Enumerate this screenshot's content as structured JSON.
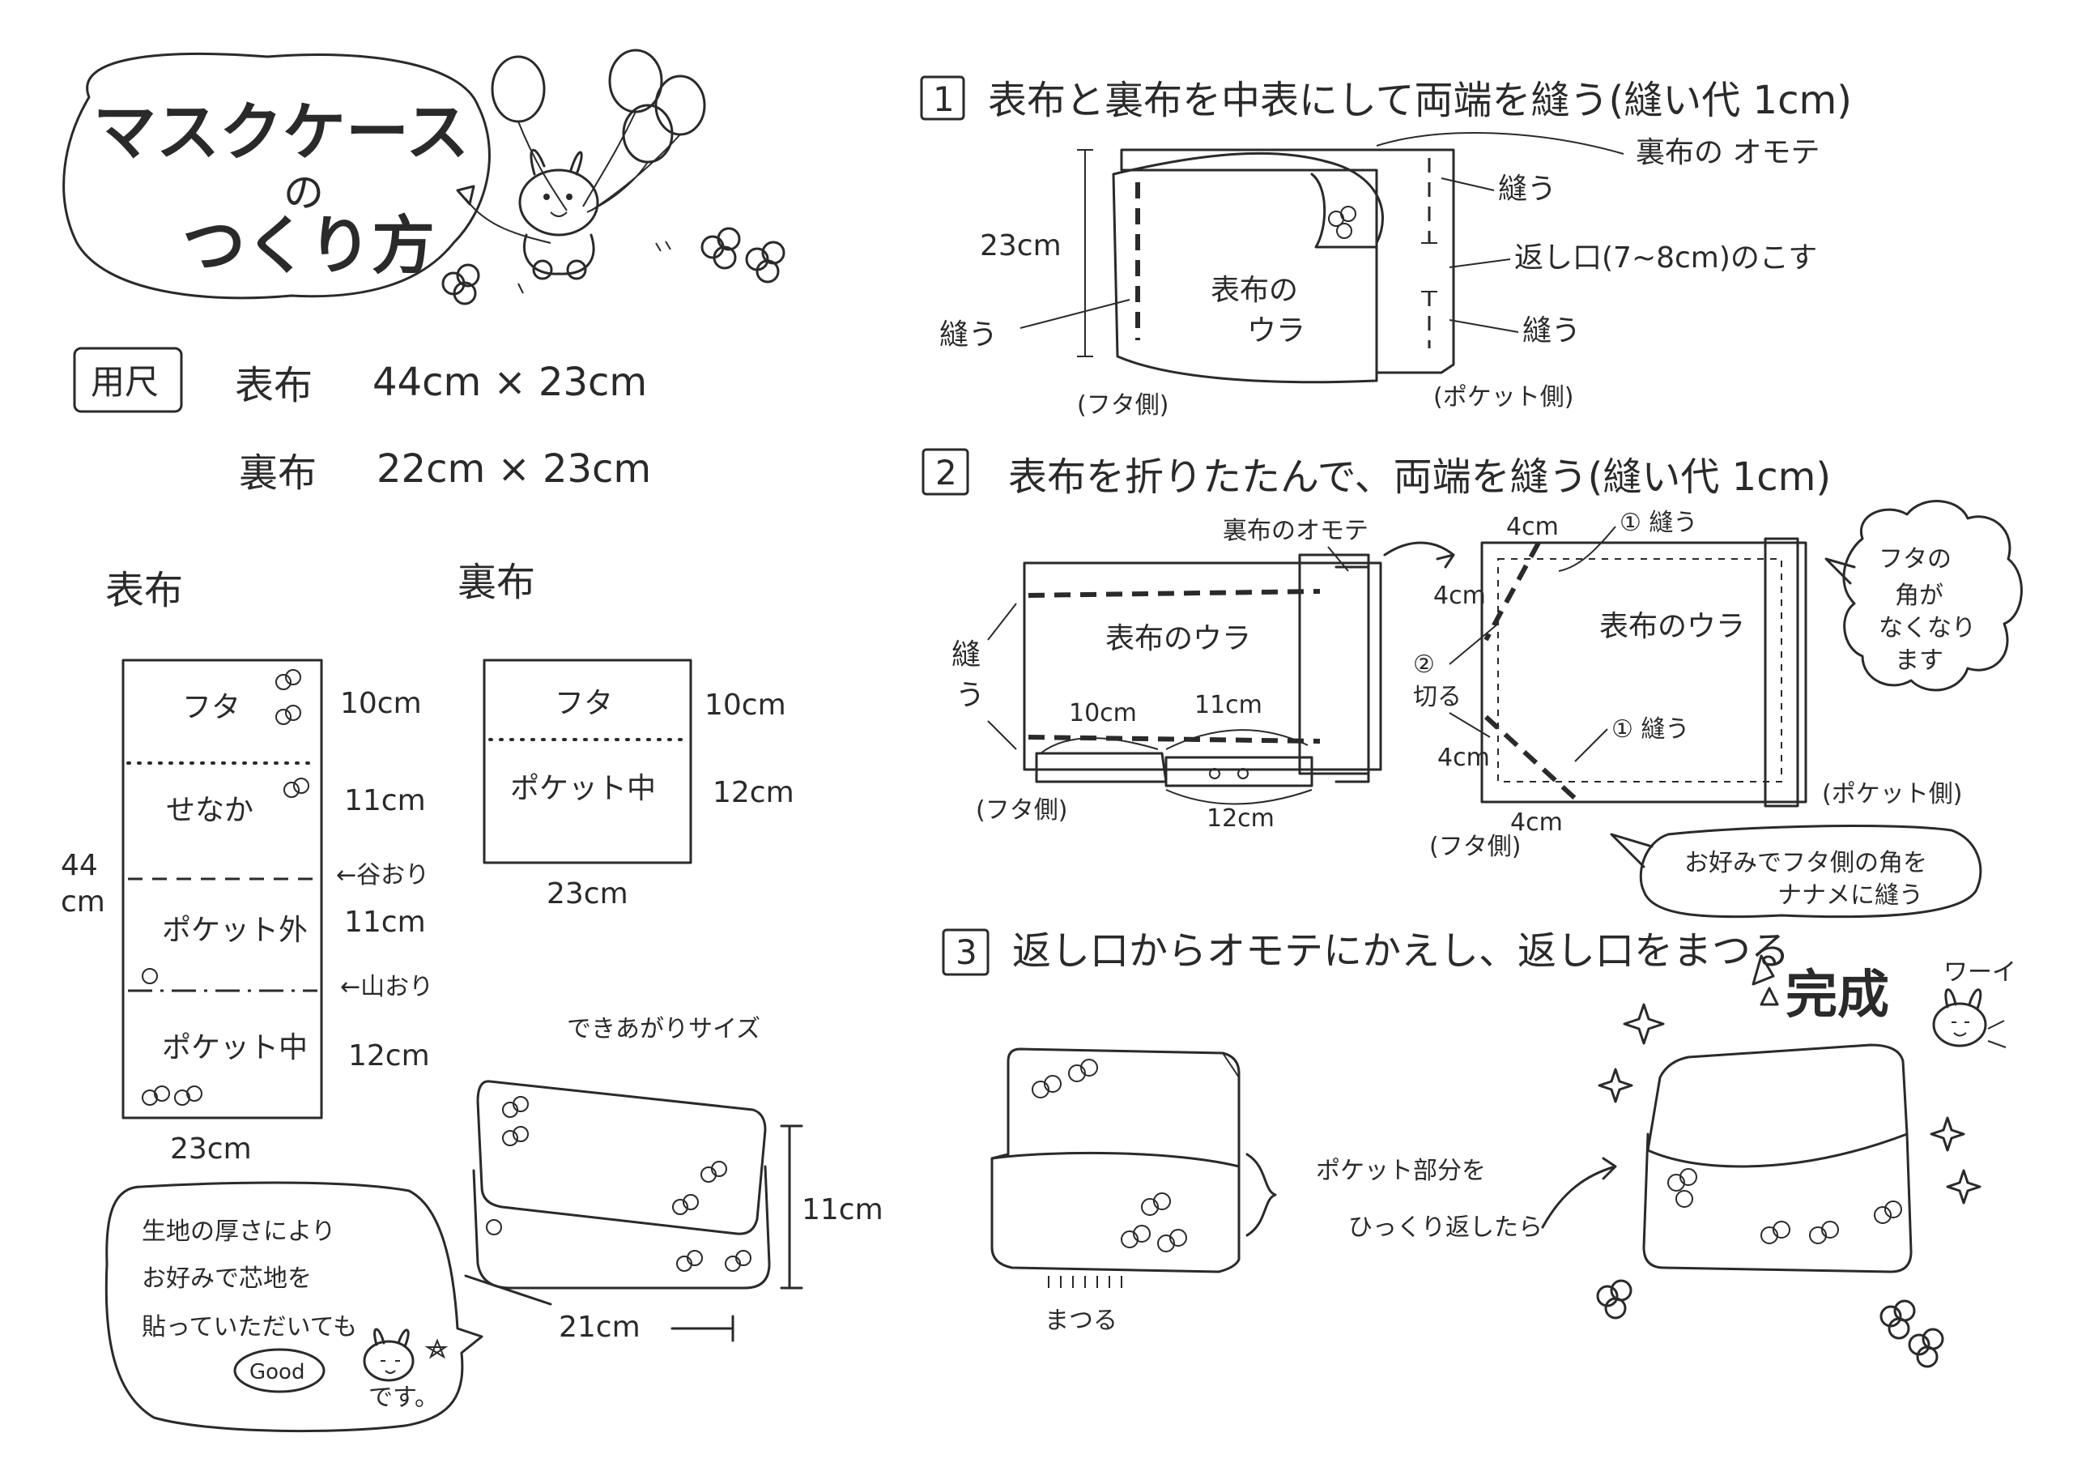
{
  "title": {
    "main": "マスクケース",
    "no": "の",
    "how": "つくり方"
  },
  "materials": {
    "heading": "用尺",
    "omote_label": "表布",
    "omote_size": "44cm × 23cm",
    "ura_label": "裏布",
    "ura_size": "22cm × 23cm"
  },
  "omote_diagram": {
    "label": "表布",
    "sections": [
      "フタ",
      "せなか",
      "ポケット外",
      "ポケット中"
    ],
    "heights": [
      "10cm",
      "11cm",
      "11cm",
      "12cm"
    ],
    "total_height": "44",
    "total_unit": "cm",
    "width": "23cm",
    "fold_valley": "←谷おり",
    "fold_mountain": "←山おり"
  },
  "ura_diagram": {
    "label": "裏布",
    "sections": [
      "フタ",
      "ポケット中"
    ],
    "heights": [
      "10cm",
      "12cm"
    ],
    "width": "23cm"
  },
  "finished": {
    "label": "できあがりサイズ",
    "height": "11cm",
    "width": "21cm"
  },
  "note": {
    "lines": [
      "生地の厚さにより",
      "お好みで芯地を",
      "貼っていただいても",
      "です。"
    ],
    "good": "Good"
  },
  "step1": {
    "number": "1",
    "text": "表布と裏布を中表にして両端を縫う(縫い代 1cm)",
    "label_omote_face": "裏布の オモテ",
    "label_sew_right": "縫う",
    "label_opening": "返し口(7~8cm)のこす",
    "label_sew_right2": "縫う",
    "label_height": "23cm",
    "label_sew_left": "縫う",
    "label_center": [
      "表布の",
      "ウラ"
    ],
    "label_futa_side": "(フタ側)",
    "label_pocket_side": "(ポケット側)"
  },
  "step2": {
    "number": "2",
    "text": "表布を折りたたんで、両端を縫う(縫い代 1cm)",
    "label_ura_face": "裏布のオモテ",
    "label_sew": [
      "縫",
      "う"
    ],
    "label_center": "表布のウラ",
    "label_10": "10cm",
    "label_11": "11cm",
    "label_12": "12cm",
    "label_futa_side": "(フタ側)",
    "label_4cm": "4cm",
    "label_sew1": "① 縫う",
    "label_cut": [
      "②",
      "切る"
    ],
    "label_center_right": "表布のウラ",
    "label_sew1b": "① 縫う",
    "label_pocket_side": "(ポケット側)",
    "label_futa_side2": "(フタ側)",
    "bubble_corner": [
      "フタの",
      "角が",
      "なくなり",
      "ます"
    ],
    "bubble_diag": [
      "お好みでフタ側の角を",
      "ナナメに縫う"
    ]
  },
  "step3": {
    "number": "3",
    "text": "返し口からオモテにかえし、返し口をまつる",
    "label_matsuru": "まつる",
    "label_flip": [
      "ポケット部分を",
      "ひっくり返したら"
    ],
    "done": "完成",
    "wai": "ワーイ"
  }
}
